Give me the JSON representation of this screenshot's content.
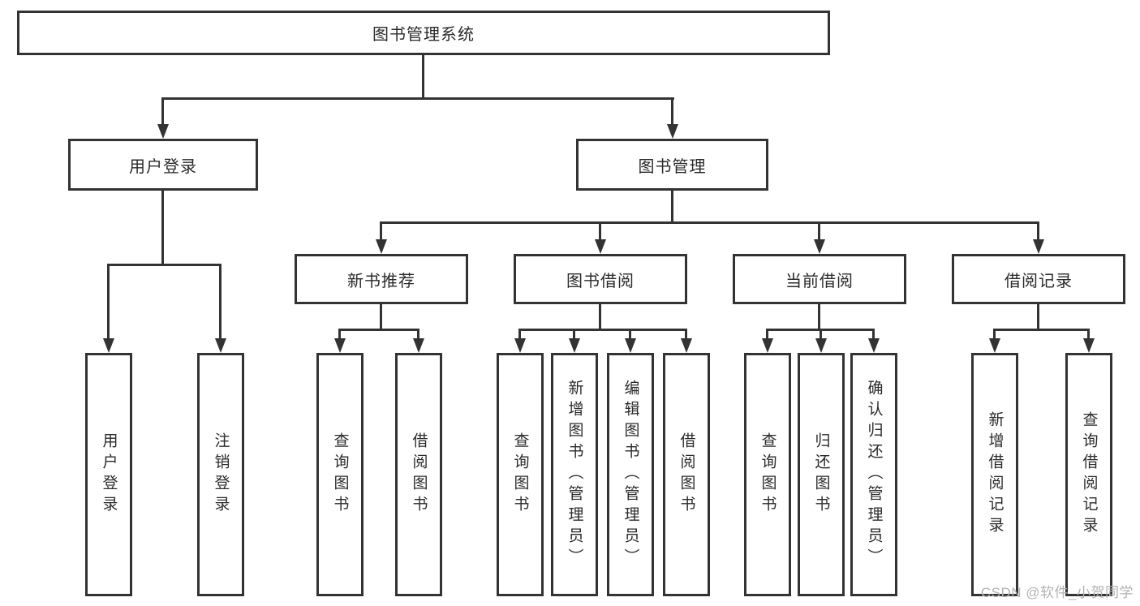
{
  "colors": {
    "line": "#333333",
    "text": "#2b2b2b",
    "box_background": "#ffffff",
    "watermark": "#b3b3b3"
  },
  "watermark": {
    "text": "CSDN @软件_小贺同学"
  },
  "tree": {
    "root": {
      "label": "图书管理系统"
    },
    "branches": [
      {
        "label": "用户登录",
        "leaves": [
          {
            "label": "用户登录"
          },
          {
            "label": "注销登录"
          }
        ]
      },
      {
        "label": "图书管理",
        "sections": [
          {
            "label": "新书推荐",
            "leaves": [
              {
                "label": "查询图书"
              },
              {
                "label": "借阅图书"
              }
            ]
          },
          {
            "label": "图书借阅",
            "leaves": [
              {
                "label": "查询图书"
              },
              {
                "label": "新增图书（管理员）"
              },
              {
                "label": "编辑图书（管理员）"
              },
              {
                "label": "借阅图书"
              }
            ]
          },
          {
            "label": "当前借阅",
            "leaves": [
              {
                "label": "查询图书"
              },
              {
                "label": "归还图书"
              },
              {
                "label": "确认归还（管理员）"
              }
            ]
          },
          {
            "label": "借阅记录",
            "leaves": [
              {
                "label": "新增借阅记录"
              },
              {
                "label": "查询借阅记录"
              }
            ]
          }
        ]
      }
    ]
  }
}
